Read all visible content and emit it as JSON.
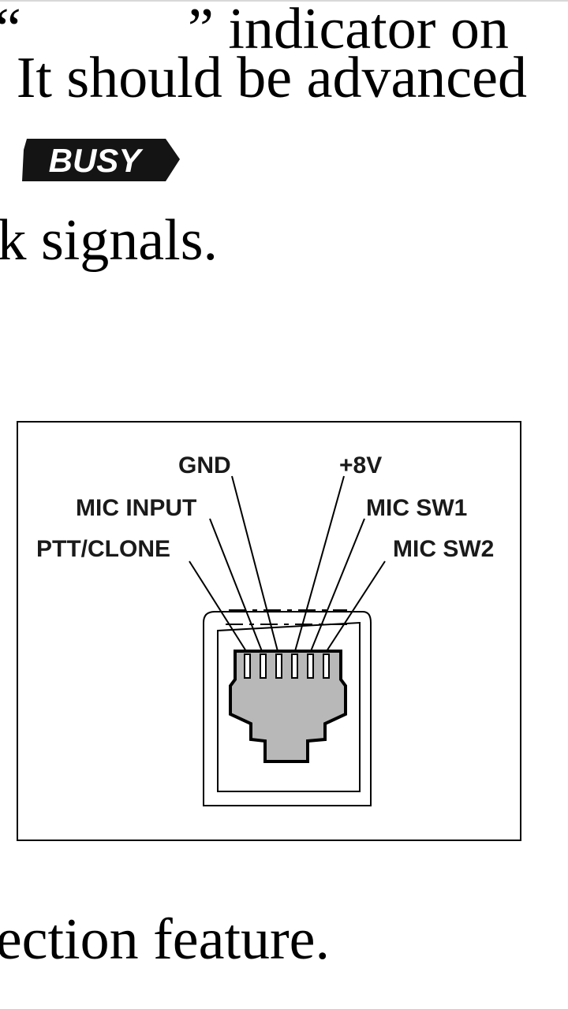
{
  "text": {
    "line1": "It should be advanced",
    "line2_open_quote": "“",
    "line2_badge": "BUSY",
    "line2_close_rest": "” indicator on",
    "line3": "k signals.",
    "line4": "ection feature."
  },
  "diagram": {
    "labels": {
      "gnd": "GND",
      "plus8v": "+8V",
      "mic_input": "MIC INPUT",
      "mic_sw1": "MIC SW1",
      "ptt_clone": "PTT/CLONE",
      "mic_sw2": "MIC SW2"
    }
  },
  "colors": {
    "text": "#000000",
    "connector_fill": "#b8b8b8",
    "badge_bg": "#141414"
  }
}
